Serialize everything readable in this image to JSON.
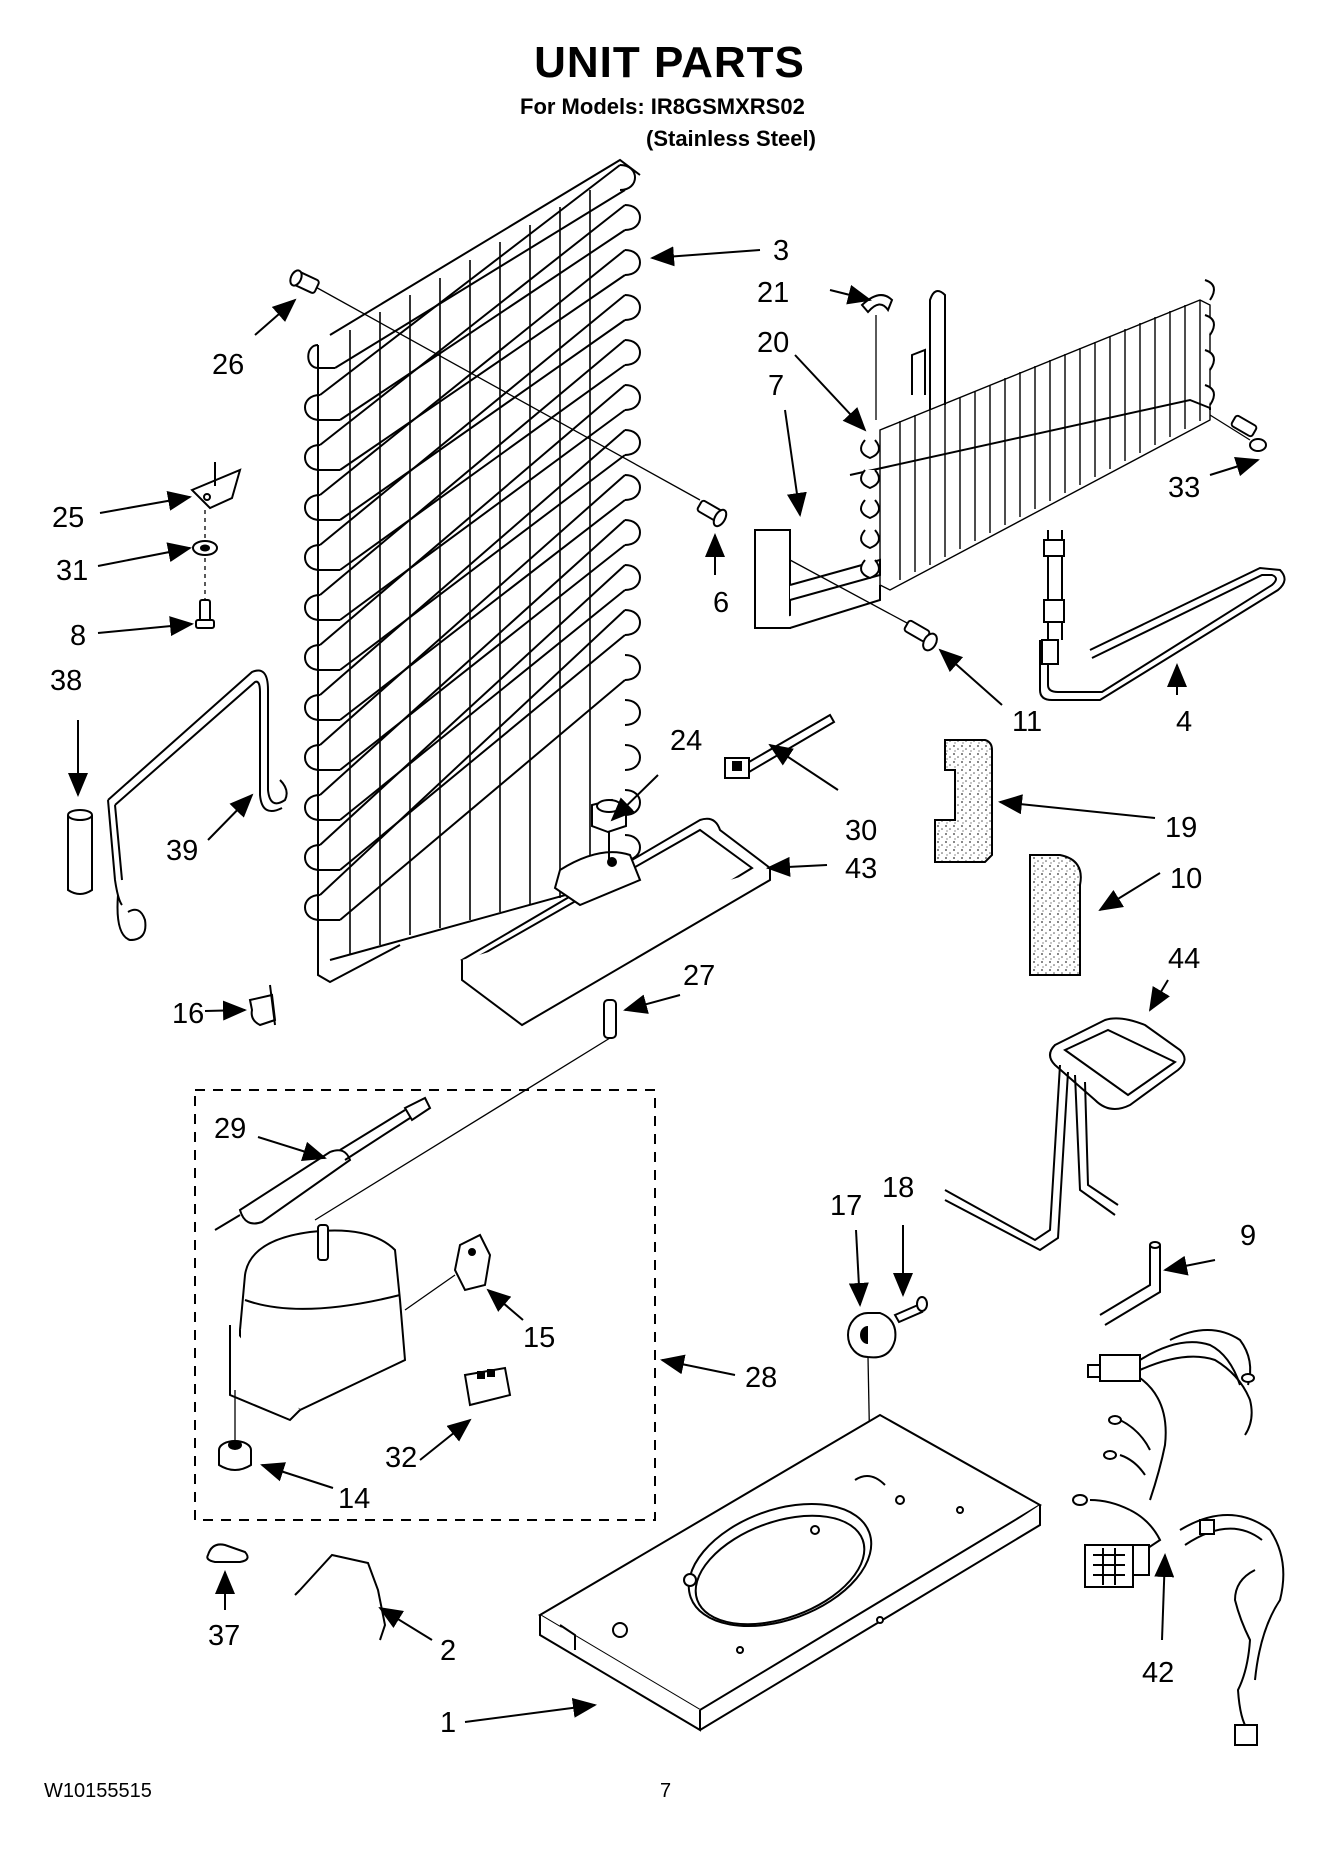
{
  "header": {
    "title": "UNIT PARTS",
    "subtitle_line1": "For Models: IR8GSMXRS02",
    "subtitle_line2": "(Stainless Steel)"
  },
  "footer": {
    "document_number": "W10155515",
    "page_number": "7"
  },
  "callouts": {
    "p1": "1",
    "p2": "2",
    "p3": "3",
    "p4": "4",
    "p6": "6",
    "p7": "7",
    "p8": "8",
    "p9": "9",
    "p10": "10",
    "p11": "11",
    "p14": "14",
    "p15": "15",
    "p16": "16",
    "p17": "17",
    "p18": "18",
    "p19": "19",
    "p20": "20",
    "p21": "21",
    "p24": "24",
    "p25": "25",
    "p26": "26",
    "p27": "27",
    "p28": "28",
    "p29": "29",
    "p30": "30",
    "p31": "31",
    "p32": "32",
    "p33": "33",
    "p37": "37",
    "p38": "38",
    "p39": "39",
    "p42": "42",
    "p43": "43",
    "p44": "44"
  }
}
